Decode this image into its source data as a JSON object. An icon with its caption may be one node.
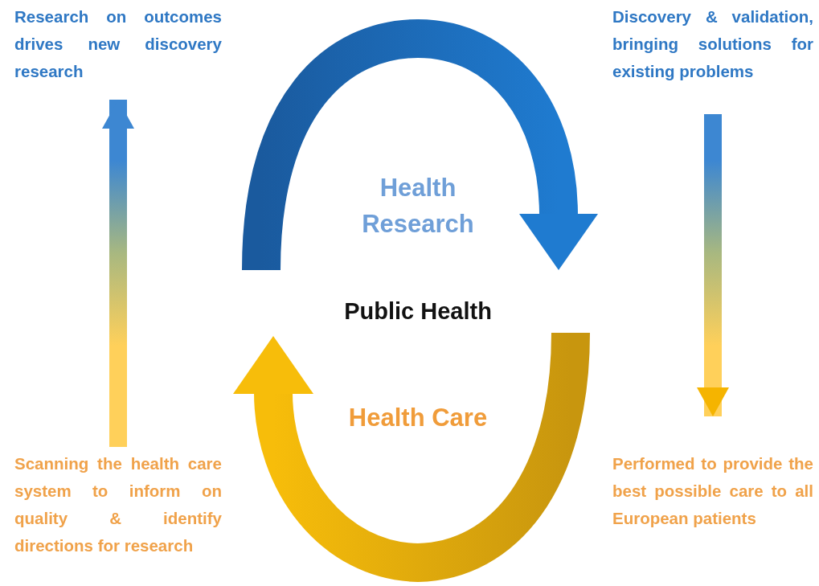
{
  "diagram": {
    "nodes": [
      {
        "text": [
          "Research on outcomes drives new discovery research"
        ]
      },
      {
        "text": [
          "Discovery & validation, bringing solutions for existing problems"
        ]
      },
      {
        "text": [
          "Health Research"
        ]
      },
      {
        "text": [
          "Public Health"
        ]
      },
      {
        "text": [
          "Health Care"
        ]
      },
      {
        "text": [
          "Scanning the health care system to inform on quality & identify directions for research"
        ]
      },
      {
        "text": [
          "Performed to provide the best possible care to all European patients"
        ]
      }
    ],
    "edges": [
      {
        "from": 5,
        "to": 0,
        "arrow": "to"
      },
      {
        "from": 1,
        "to": 6,
        "arrow": "to"
      }
    ]
  }
}
